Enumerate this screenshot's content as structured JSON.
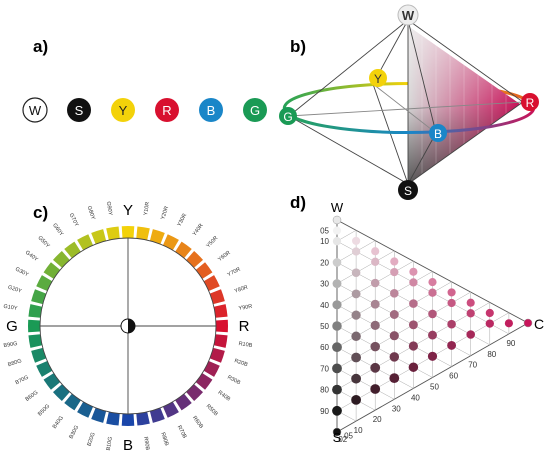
{
  "panels": {
    "a": {
      "label": "a)",
      "swatches": [
        {
          "letter": "W",
          "fill": "#ffffff",
          "text": "#111111"
        },
        {
          "letter": "S",
          "fill": "#111111",
          "text": "#ffffff"
        },
        {
          "letter": "Y",
          "fill": "#f3d20a",
          "text": "#222222"
        },
        {
          "letter": "R",
          "fill": "#d8102f",
          "text": "#ffffff"
        },
        {
          "letter": "B",
          "fill": "#1a86c8",
          "text": "#ffffff"
        },
        {
          "letter": "G",
          "fill": "#1a9a55",
          "text": "#ffffff"
        }
      ]
    },
    "b": {
      "label": "b)",
      "apex_top": "W",
      "apex_bottom": "S",
      "hue_labels": [
        "Y",
        "R",
        "B",
        "G"
      ]
    },
    "c": {
      "label": "c)",
      "axis_labels": {
        "top": "Y",
        "right": "R",
        "bottom": "B",
        "left": "G"
      },
      "ring_labels": [
        "Y",
        "Y10R",
        "Y20R",
        "Y30R",
        "Y40R",
        "Y50R",
        "Y60R",
        "Y70R",
        "Y80R",
        "Y90R",
        "R",
        "R10B",
        "R20B",
        "R30B",
        "R40B",
        "R50B",
        "R60B",
        "R70B",
        "R80B",
        "R90B",
        "B",
        "B10G",
        "B20G",
        "B30G",
        "B40G",
        "B50G",
        "B60G",
        "B70G",
        "B80G",
        "B90G",
        "G",
        "G10Y",
        "G20Y",
        "G30Y",
        "G40Y",
        "G50Y",
        "G60Y",
        "G70Y",
        "G80Y",
        "G90Y"
      ]
    },
    "d": {
      "label": "d)",
      "vertex_top": "W",
      "vertex_bottom": "S",
      "vertex_right": "C",
      "blackness_ticks": [
        "05",
        "10",
        "20",
        "30",
        "40",
        "50",
        "60",
        "70",
        "80",
        "90"
      ],
      "chromaticness_ticks": [
        "02",
        "05",
        "10",
        "20",
        "30",
        "40",
        "50",
        "60",
        "70",
        "80",
        "90"
      ]
    }
  },
  "colors": {
    "hue_red": "#c8145a",
    "lines": "#555555",
    "grid": "#aaaaaa"
  }
}
